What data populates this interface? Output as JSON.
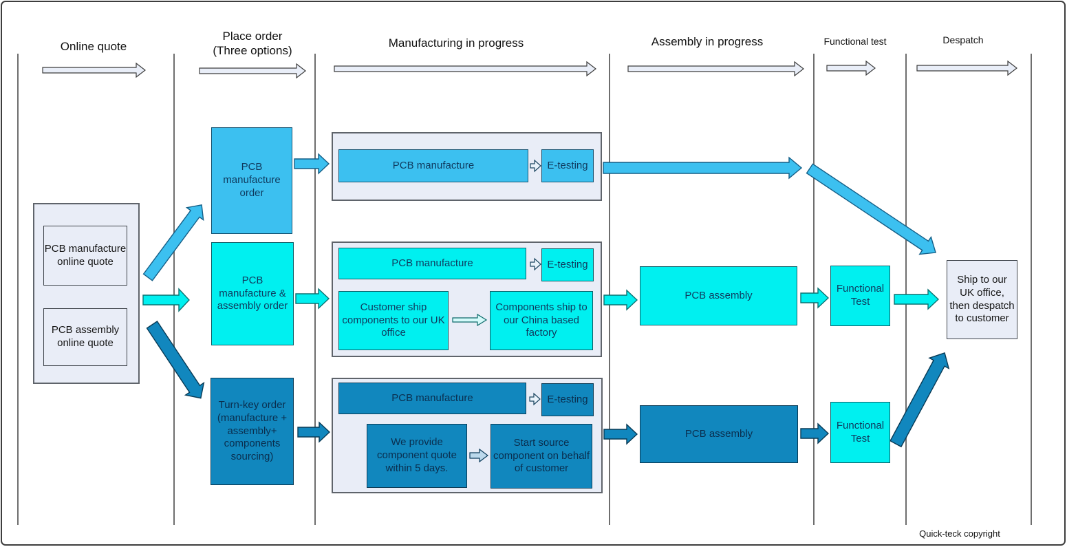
{
  "columns": [
    {
      "header": "Online quote"
    },
    {
      "header": "Place order",
      "subheader": "(Three options)"
    },
    {
      "header": "Manufacturing in progress"
    },
    {
      "header": "Assembly in progress"
    },
    {
      "header": "Functional test"
    },
    {
      "header": "Despatch"
    }
  ],
  "quote_panel": {
    "manufacture_quote": "PCB manufacture online quote",
    "assembly_quote": "PCB assembly online quote"
  },
  "row1": {
    "order": "PCB manufacture order",
    "manufacture": "PCB manufacture",
    "etesting": "E-testing"
  },
  "row2": {
    "order": "PCB manufacture & assembly order",
    "manufacture": "PCB manufacture",
    "etesting": "E-testing",
    "customer_ship": "Customer ship components to our UK office",
    "components_ship": "Components ship to our China based factory",
    "assembly": "PCB assembly",
    "functional_test": "Functional Test"
  },
  "row3": {
    "order": "Turn-key order (manufacture + assembly+ components sourcing)",
    "manufacture": "PCB manufacture",
    "etesting": "E-testing",
    "component_quote": "We provide component quote within 5 days.",
    "start_source": "Start source component on behalf of customer",
    "assembly": "PCB assembly",
    "functional_test": "Functional Test"
  },
  "despatch_box": {
    "label": "Ship to our UK office, then despatch to customer"
  },
  "footer": {
    "copyright": "Quick-teck copyright"
  },
  "colors": {
    "row1": "#3CC0F0",
    "row2": "#00F0F0",
    "row3": "#1187BE",
    "panel": "#E9EDF7",
    "header_arrow": "#E9EEF8"
  }
}
